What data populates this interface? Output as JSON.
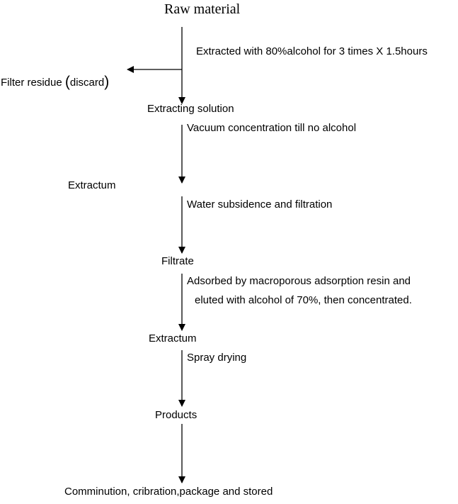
{
  "diagram": {
    "title": "Raw material",
    "nodes": {
      "filter_residue_label": "Filter residue",
      "filter_residue_paren_open": "(",
      "filter_residue_note": "discard",
      "filter_residue_paren_close": ")",
      "extracting_solution": "Extracting solution",
      "extractum_1": "Extractum",
      "filtrate": "Filtrate",
      "extractum_2": "Extractum",
      "products": "Products",
      "final": "Comminution, cribration,package and stored"
    },
    "steps": {
      "extraction": "Extracted with 80%alcohol for 3 times X 1.5hours",
      "vacuum": "Vacuum concentration till no alcohol",
      "water": "Water subsidence  and filtration",
      "resin_line1": "Adsorbed by macroporous adsorption resin and",
      "resin_line2": "eluted with alcohol of 70%, then concentrated.",
      "spray": "Spray drying"
    }
  }
}
